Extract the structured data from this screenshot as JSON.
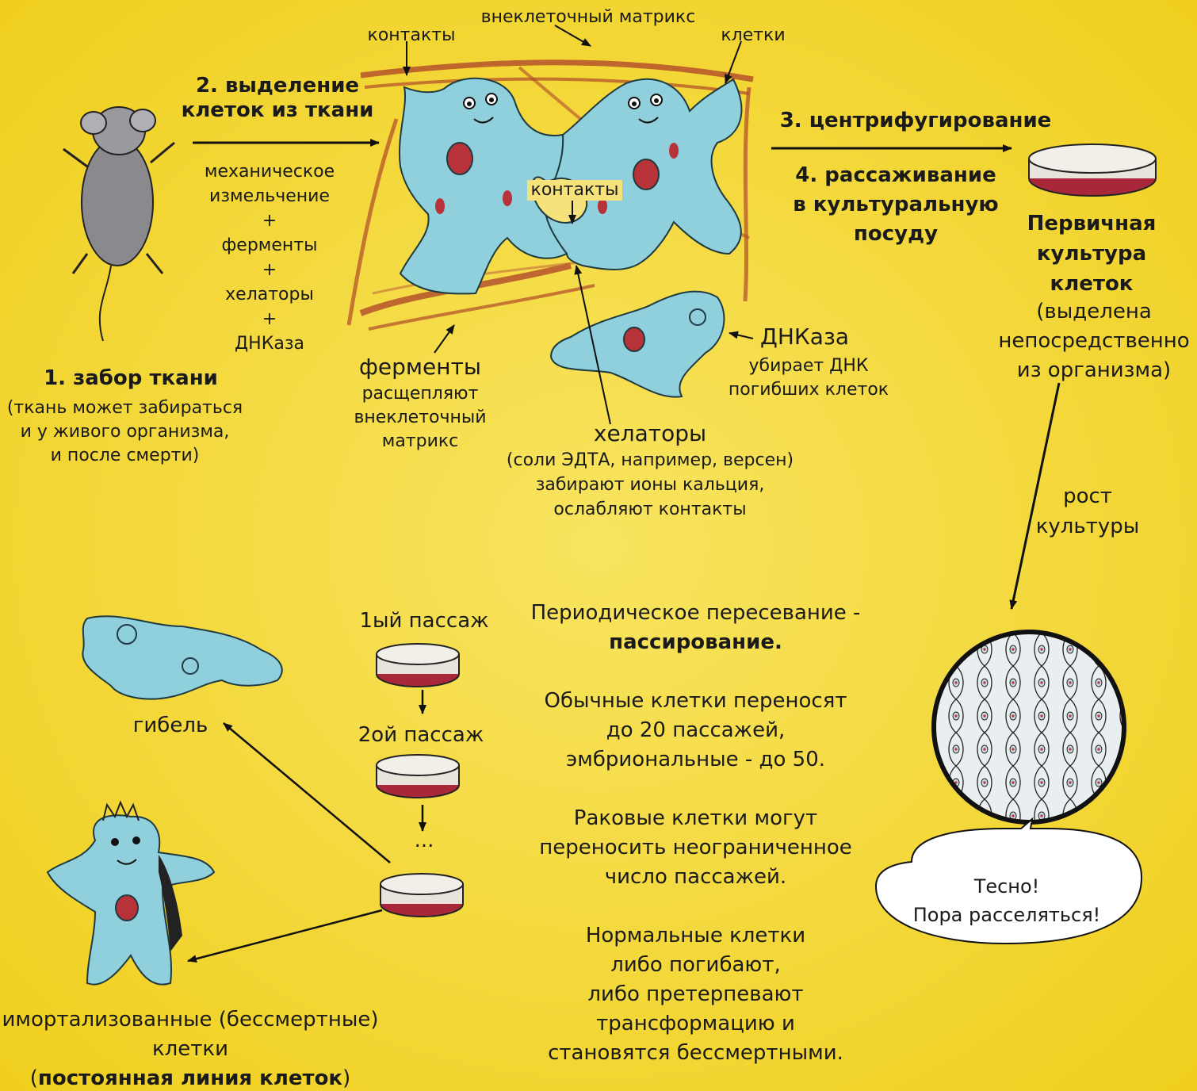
{
  "figure": {
    "labels": {
      "matrix_label": "внеклеточный матрикс",
      "contacts_top": "контакты",
      "cells_label": "клетки",
      "contacts_mid": "контакты",
      "dnase_label": "ДНКаза",
      "dnase_desc": [
        "убирает ДНК",
        "погибших клеток"
      ],
      "enzymes_label": "ферменты",
      "enzymes_desc": [
        "расщепляют",
        "внеклеточный",
        "матрикс"
      ],
      "chelators_label": "хелаторы",
      "chelators_desc": [
        "(соли ЭДТА, например, версен)",
        "забирают ионы кальция,",
        "ослабляют контакты"
      ]
    },
    "steps": {
      "step1_title": "1. забор ткани",
      "step1_desc": [
        "(ткань может забираться",
        "и у живого организма,",
        "и после смерти)"
      ],
      "step2_title": [
        "2. выделение",
        "клеток из ткани"
      ],
      "step2_methods": [
        "механическое",
        "измельчение",
        "+",
        "ферменты",
        "+",
        "хелаторы",
        "+",
        "ДНКаза"
      ],
      "step3_title": "3. центрифугирование",
      "step4_title": [
        "4. рассаживание",
        "в культуральную",
        "посуду"
      ]
    },
    "primary_culture": {
      "title": [
        "Первичная",
        "культура",
        "клеток"
      ],
      "desc": [
        "(выделена",
        "непосредственно",
        "из организма)"
      ]
    },
    "growth": [
      "рост",
      "культуры"
    ],
    "speech_bubble": [
      "Тесно!",
      "Пора расселяться!"
    ],
    "passages": {
      "first": "1ый пассаж",
      "second": "2ой пассаж",
      "ellipsis": "..."
    },
    "death_label": "гибель",
    "immortal": {
      "line1": "имортализованные (бессмертные)",
      "line2": "клетки",
      "line3_open": "(",
      "line3_bold": "постоянная линия клеток",
      "line3_close": ")"
    },
    "passaging_text": {
      "p1_line1": "Периодическое пересевание -",
      "p1_bold": "пассирование.",
      "p2": [
        "Обычные клетки переносят",
        "до 20 пассажей,",
        "эмбриональные - до 50."
      ],
      "p3": [
        "Раковые клетки могут",
        "переносить неограниченное",
        "число пассажей."
      ],
      "p4": [
        "Нормальные клетки",
        "либо погибают,",
        "либо претерпевают",
        "трансформацию и",
        "становятся бессмертными."
      ]
    }
  },
  "colors": {
    "background": "#f3d62a",
    "cell": "#8fd0dc",
    "nucleus": "#b8323a",
    "fiber": "#b04a2a",
    "dish_medium": "#a8283a"
  }
}
